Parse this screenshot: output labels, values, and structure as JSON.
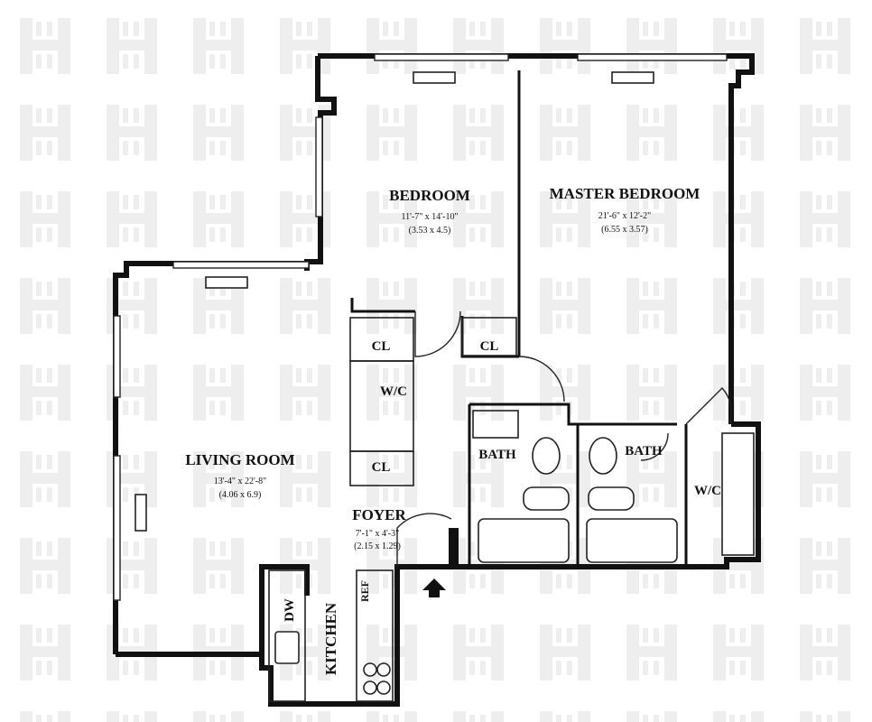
{
  "rooms": {
    "bedroom": {
      "name": "BEDROOM",
      "dim_imperial": "11'-7\" x 14'-10\"",
      "dim_metric": "(3.53 x 4.5)"
    },
    "master_bedroom": {
      "name": "MASTER BEDROOM",
      "dim_imperial": "21'-6\" x 12'-2\"",
      "dim_metric": "(6.55 x 3.57)"
    },
    "living_room": {
      "name": "LIVING ROOM",
      "dim_imperial": "13'-4\" x 22'-8\"",
      "dim_metric": "(4.06 x 6.9)"
    },
    "foyer": {
      "name": "FOYER",
      "dim_imperial": "7'-1\" x 4'-3\"",
      "dim_metric": "(2.15 x 1.29)"
    },
    "kitchen": {
      "name": "KITCHEN"
    }
  },
  "labels": {
    "closet": "CL",
    "walk_in": "W/C",
    "bath": "BATH",
    "dishwasher": "DW",
    "refrigerator": "REF"
  },
  "colors": {
    "wall": "#111111",
    "watermark": "#eeeeee",
    "background": "#ffffff"
  },
  "icons": {
    "entry": "entry-arrow-icon",
    "watermark": "logo-h-watermark"
  }
}
